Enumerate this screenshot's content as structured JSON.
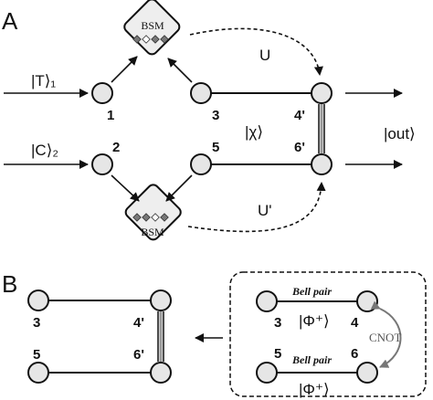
{
  "panels": {
    "A": "A",
    "B": "B"
  },
  "panelA": {
    "inputs": {
      "target": "|T⟩₁",
      "control": "|C⟩₂"
    },
    "nodes": {
      "n1": "1",
      "n2": "2",
      "n3": "3",
      "n5": "5",
      "n4p": "4'",
      "n6p": "6'"
    },
    "bsm_top": "BSM",
    "bsm_bottom": "BSM",
    "unitary_top": "U",
    "unitary_bottom": "U'",
    "entangled_state": "|χ⟩",
    "output": "|out⟩"
  },
  "panelB": {
    "left": {
      "n3": "3",
      "n4p": "4'",
      "n5": "5",
      "n6p": "6'"
    },
    "right": {
      "bell_pair_top": "Bell pair",
      "bell_pair_bottom": "Bell pair",
      "phi_top": "|Φ⁺⟩",
      "phi_bottom": "|Φ⁺⟩",
      "n3": "3",
      "n4": "4",
      "n5": "5",
      "n6": "6",
      "cnot": "CNOT"
    }
  },
  "colors": {
    "node_fill": "#e6e6e6",
    "stroke": "#111111",
    "bsm_fill": "#eeeeee",
    "dot_dark": "#777777",
    "dot_light": "#ffffff",
    "cnot_gray": "#777777"
  }
}
